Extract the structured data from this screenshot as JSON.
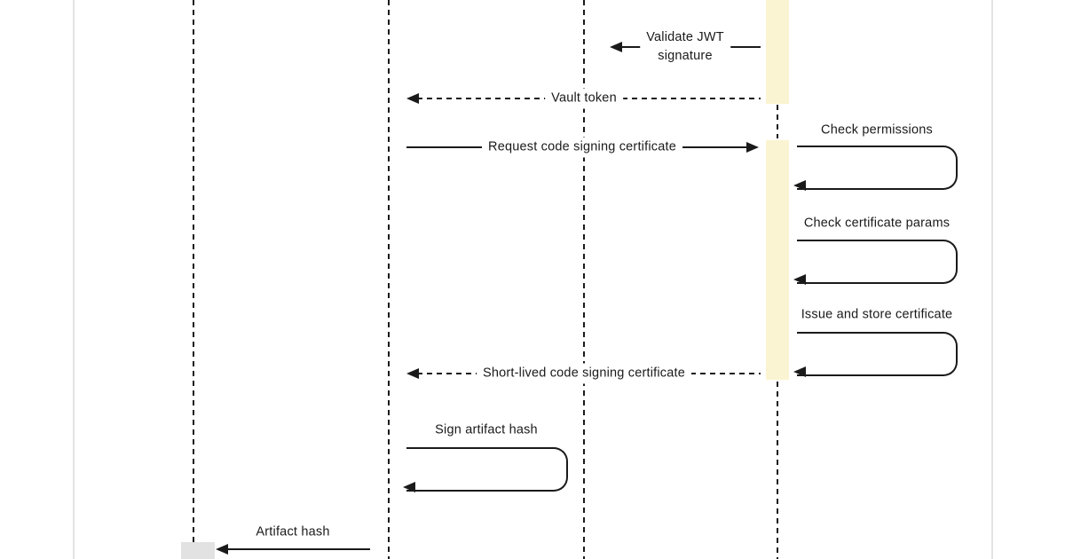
{
  "diagram": {
    "type": "sequence-diagram",
    "messages": {
      "validate_jwt": {
        "line1": "Validate JWT",
        "line2": "signature"
      },
      "vault_token": "Vault token",
      "request_cert": "Request code signing certificate",
      "check_permissions": "Check permissions",
      "check_params": "Check certificate params",
      "issue_cert": "Issue and store certificate",
      "short_lived_cert": "Short-lived code signing certificate",
      "sign_hash": "Sign artifact hash",
      "artifact_hash": "Artifact hash"
    },
    "colors": {
      "activation_fill": "#FBF4D2",
      "activation_gray_fill": "#E2E2E2",
      "stroke": "#1A1A1A",
      "frame_border": "#E4E4E4",
      "background": "#FFFFFF"
    }
  }
}
